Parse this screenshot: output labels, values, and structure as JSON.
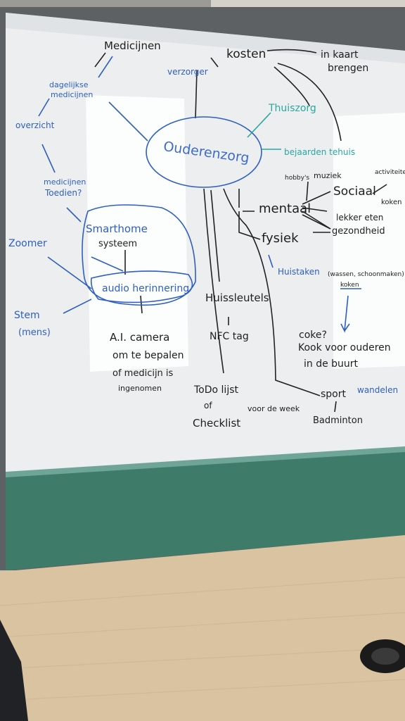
{
  "colors": {
    "wall": "#c9c5bc",
    "board": "#eef0f0",
    "board_frame": "#55585a",
    "panel": "#3f7f6c",
    "table": "#dcc6a6",
    "ink_black": "#1e1e1e",
    "ink_blue": "#2f5fbf",
    "ink_teal": "#2ba6a0"
  },
  "board": {
    "center": "Ouderenzorg",
    "black": {
      "medicijnen": "Medicijnen",
      "kosten": "kosten",
      "in_kaart": "in kaart",
      "brengen": "brengen",
      "hobbys": "hobby's",
      "muziek": "muziek",
      "activiteiten": "activiteiten",
      "sociaal": "Sociaal",
      "koken": "koken",
      "mentaal": "mentaal",
      "lekker_eten": "lekker eten",
      "fysiek": "fysiek",
      "gezondheid": "gezondheid",
      "systeem": "systeem",
      "huissleutels": "Huissleutels",
      "nfc_tag": "NFC tag",
      "wassen": "(wassen, schoonmaken)",
      "koken2": "koken",
      "coke": "coke?",
      "kook_voor": "Kook voor ouderen",
      "in_de_buurt": "in de buurt",
      "ai_camera": "A.I. camera",
      "om_te": "om te bepalen",
      "of_medicijn": "of medicijn is",
      "ingenomen": "ingenomen",
      "todo": "ToDo lijst",
      "of": "of",
      "checklist": "Checklist",
      "voor_de_week": "voor de week",
      "sport": "sport",
      "badminton": "Badminton"
    },
    "blue": {
      "verzorger": "verzorger",
      "dagelijkse": "dagelijkse",
      "medicijnen": "medicijnen",
      "overzicht": "overzicht",
      "medicijnen_toe": "medicijnen",
      "toedien": "Toedien?",
      "smarthome": "Smarthome",
      "zoomer": "Zoomer",
      "audio": "audio herinnering",
      "stem": "Stem",
      "mens": "(mens)",
      "huistaken": "Huistaken",
      "wandelen": "wandelen"
    },
    "teal": {
      "thuiszorg": "Thuiszorg",
      "bejaardentehuis": "bejaarden tehuis"
    }
  }
}
